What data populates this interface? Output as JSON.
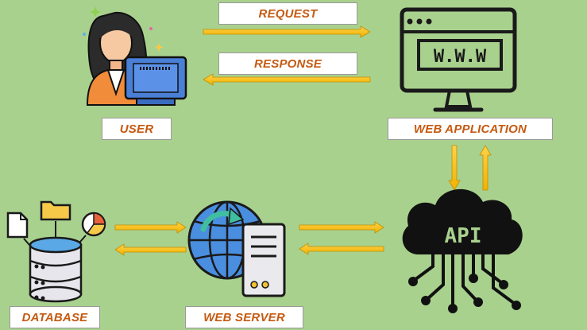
{
  "colors": {
    "background": "#a9d18e",
    "label_text": "#c55a11",
    "arrow": "#f5b800",
    "arrow_outline": "#bf8f00",
    "icon_dark": "#1a1a1a"
  },
  "labels": {
    "request": "REQUEST",
    "response": "RESPONSE",
    "user": "USER",
    "web_application": "WEB APPLICATION",
    "database": "DATABASE",
    "web_server": "WEB SERVER"
  },
  "icons": {
    "user": "person-at-computer-icon",
    "web_application": "monitor-www-icon",
    "api": "api-cloud-icon",
    "web_server": "globe-server-icon",
    "database": "database-icon"
  },
  "monitor": {
    "screen_text": "W.W.W"
  },
  "api": {
    "text": "API"
  }
}
